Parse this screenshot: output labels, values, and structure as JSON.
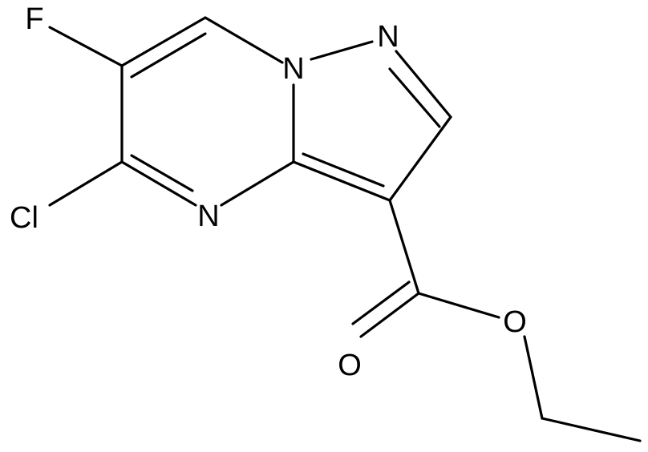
{
  "structure": {
    "atom_labels": {
      "fluorine": "F",
      "chlorine": "Cl",
      "pyrimidine_nitrogen": "N",
      "bridgehead_nitrogen": "N",
      "pyrazole_nitrogen": "N",
      "carbonyl_oxygen": "O",
      "ester_oxygen": "O"
    }
  }
}
